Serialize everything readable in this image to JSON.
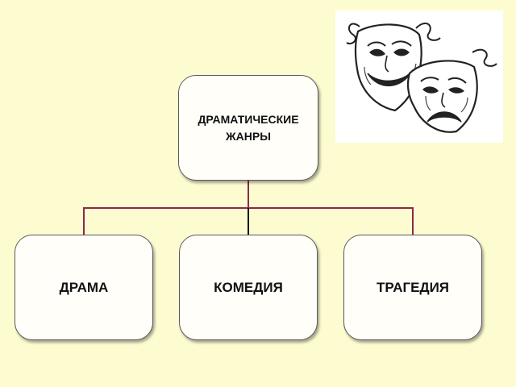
{
  "diagram": {
    "root": {
      "label_line1": "ДРАМАТИЧЕСКИЕ",
      "label_line2": "ЖАНРЫ"
    },
    "children": [
      {
        "label": "ДРАМА"
      },
      {
        "label": "КОМЕДИЯ"
      },
      {
        "label": "ТРАГЕДИЯ"
      }
    ],
    "colors": {
      "background": "#fdfbd0",
      "node_fill": "#fffef9",
      "connector": "#8b2a4a",
      "center_connector": "#111111"
    }
  },
  "image": {
    "icon": "theatre-masks-icon"
  }
}
